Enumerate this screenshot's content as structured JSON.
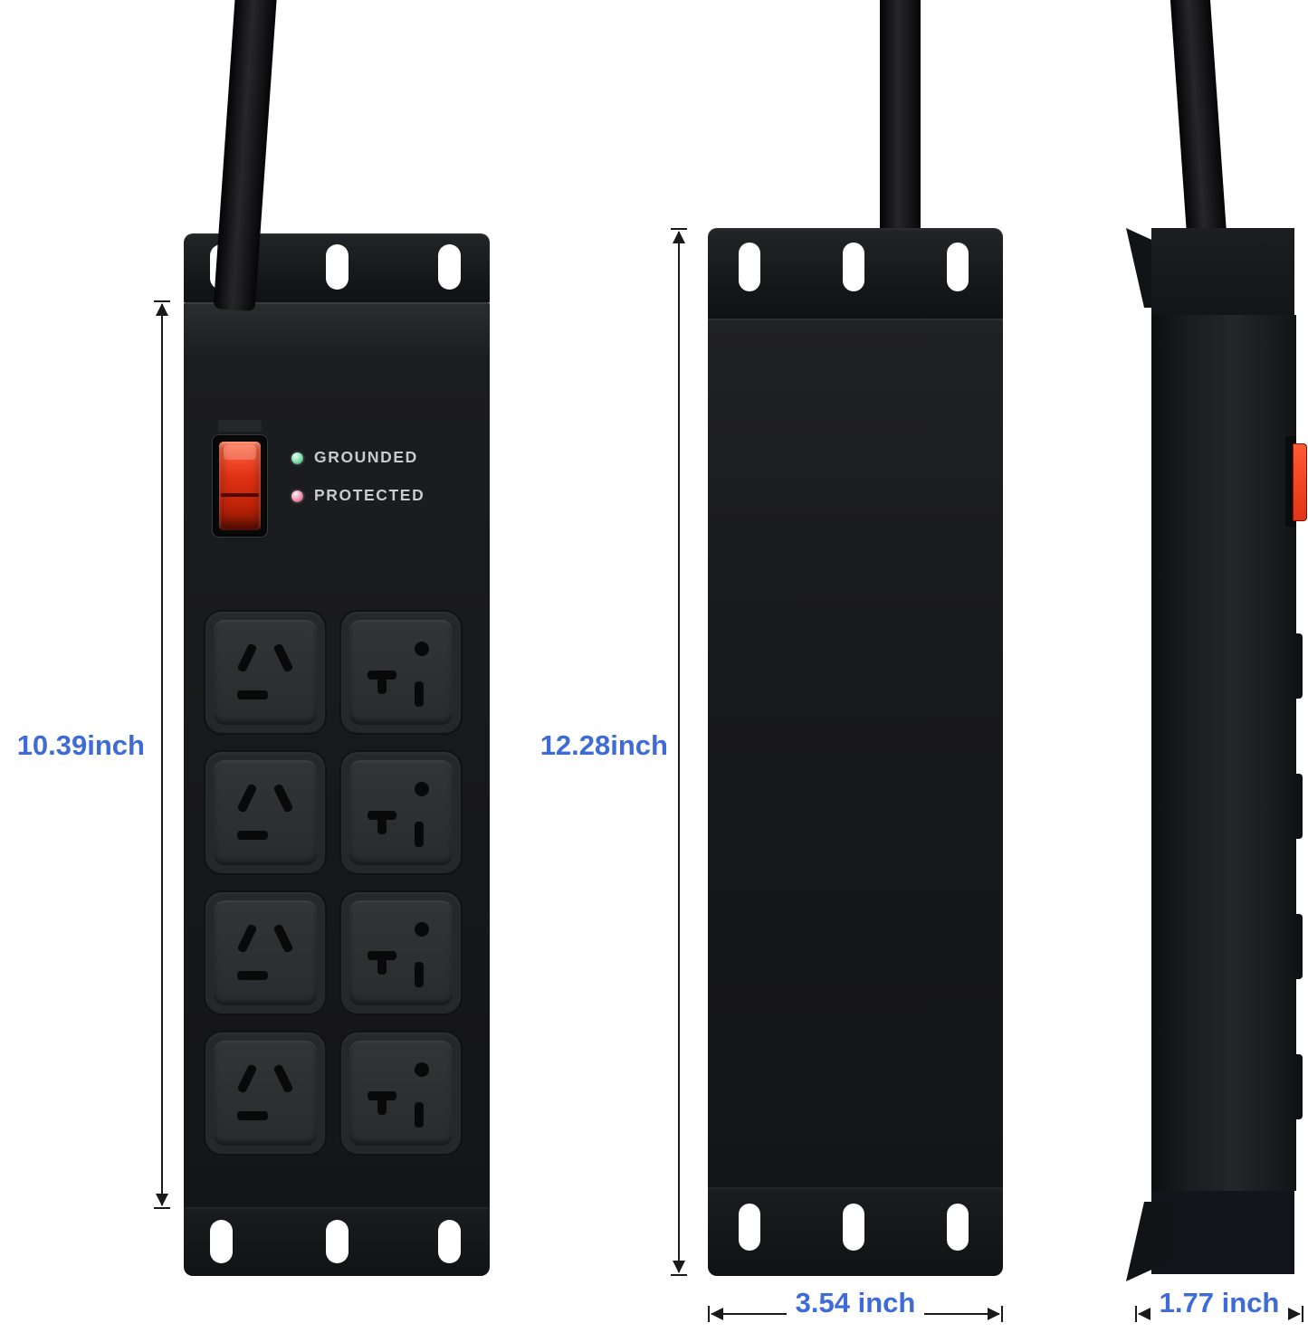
{
  "front_panel": {
    "indicators": [
      {
        "label": "GROUNDED"
      },
      {
        "label": "PROTECTED"
      }
    ],
    "switch": {
      "type": "rocker",
      "state": "on"
    },
    "outlets": {
      "rows": 4,
      "columns": 2,
      "left_column_type": "universal",
      "right_column_type": "nema-5-20r"
    }
  },
  "dimensions": {
    "front_height": "10.39inch",
    "overall_height": "12.28inch",
    "width": "3.54 inch",
    "depth": "1.77 inch"
  },
  "colors": {
    "dimension_text": "#3e6bd5",
    "body_black": "#17181b",
    "switch_red": "#e23317",
    "led_grounded": "#7fdfa6",
    "led_protected": "#ef93ad",
    "background": "#ffffff"
  }
}
